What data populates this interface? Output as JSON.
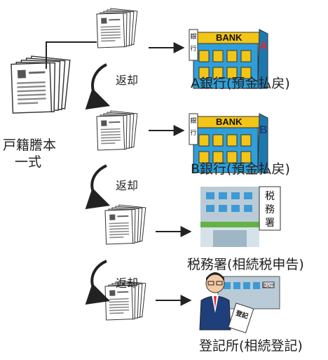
{
  "source_label": [
    "戸籍謄本",
    "一式"
  ],
  "returned_label": "返却",
  "steps": [
    {
      "label": "A銀行(預金払戻)",
      "bank_text": "BANK",
      "bank_letter": "A",
      "sign_text": "銀行"
    },
    {
      "label": "B銀行(預金払戻)",
      "bank_text": "BANK",
      "bank_letter": "B",
      "sign_text": "銀行"
    },
    {
      "label": "税務署(相続税申告)",
      "sign_text": [
        "税",
        "務",
        "署"
      ]
    },
    {
      "label": "登記所(相続登記)",
      "building_sign": "登記所",
      "held_doc_text": "登記"
    }
  ],
  "colors": {
    "bank_body": "#2f9fd9",
    "bank_roof": "#f3c514",
    "bank_letter": "#e8262c",
    "tax_band": "#63b246",
    "tax_body": "#b9cbd6",
    "suit": "#1f3f7a"
  }
}
